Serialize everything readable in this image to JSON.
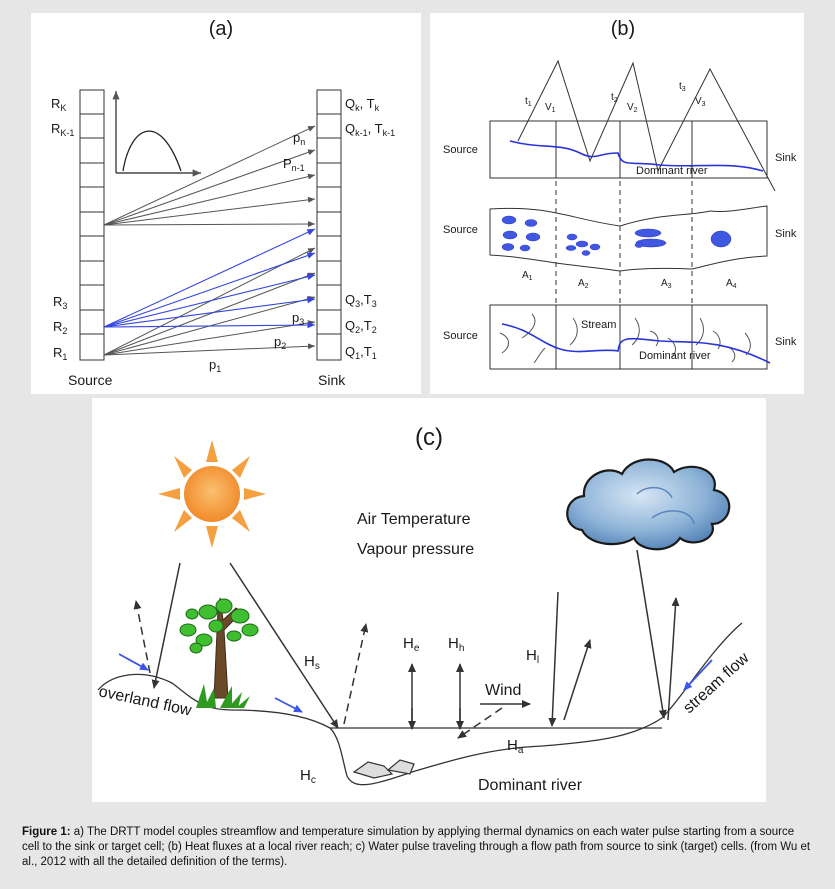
{
  "panel_a": {
    "label": "(a)",
    "source_labels": {
      "rk": "R",
      "rk_sub": "K",
      "rk1": "R",
      "rk1_sub": "K-1",
      "r3": "R",
      "r3_sub": "3",
      "r2": "R",
      "r2_sub": "2",
      "r1": "R",
      "r1_sub": "1"
    },
    "sink_labels": {
      "qk": "Q",
      "qk_sub": "k",
      "qk_t": ", T",
      "qk_tsub": "k",
      "qk1": "Q",
      "qk1_sub": "k-1",
      "qk1_t": ", T",
      "qk1_tsub": "k-1",
      "q3": "Q",
      "q3_sub": "3",
      "q3_t": ",T",
      "q3_tsub": "3",
      "q2": "Q",
      "q2_sub": "2",
      "q2_t": ",T",
      "q2_tsub": "2",
      "q1": "Q",
      "q1_sub": "1",
      "q1_t": ",T",
      "q1_tsub": "1"
    },
    "p_labels": {
      "pn": "p",
      "pn_sub": "n",
      "pn1": "P",
      "pn1_sub": "n-1",
      "p3": "p",
      "p3_sub": "3",
      "p2": "p",
      "p2_sub": "2",
      "p1": "p",
      "p1_sub": "1"
    },
    "source_caption": "Source",
    "sink_caption": "Sink"
  },
  "panel_b": {
    "label": "(b)",
    "source": "Source",
    "sink": "Sink",
    "dominant_river": "Dominant river",
    "stream": "Stream",
    "t_labels": [
      {
        "t": "t",
        "sub": "1"
      },
      {
        "t": "t",
        "sub": "2"
      },
      {
        "t": "t",
        "sub": "3"
      }
    ],
    "v_labels": [
      {
        "t": "V",
        "sub": "1"
      },
      {
        "t": "V",
        "sub": "2"
      },
      {
        "t": "V",
        "sub": "3"
      }
    ],
    "a_labels": [
      {
        "t": "A",
        "sub": "1"
      },
      {
        "t": "A",
        "sub": "2"
      },
      {
        "t": "A",
        "sub": "3"
      },
      {
        "t": "A",
        "sub": "4"
      }
    ]
  },
  "panel_c": {
    "label": "(c)",
    "air_temperature": "Air Temperature",
    "vapour_pressure": "Vapour pressure",
    "wind": "Wind",
    "overland_flow": "overland flow",
    "stream_flow": "stream flow",
    "dominant_river": "Dominant river",
    "hs": {
      "t": "H",
      "sub": "s"
    },
    "he": {
      "t": "H",
      "sub": "e"
    },
    "hh": {
      "t": "H",
      "sub": "h"
    },
    "hl": {
      "t": "H",
      "sub": "l"
    },
    "ha": {
      "t": "H",
      "sub": "a"
    },
    "hc": {
      "t": "H",
      "sub": "c"
    }
  },
  "caption": {
    "label": "Figure 1:",
    "text": " a) The DRTT model couples streamflow and temperature simulation by applying thermal dynamics on each water pulse starting from a source cell to the sink or target cell; (b) Heat fluxes at a local river reach; c) Water pulse traveling through a flow path from source to sink (target) cells. (from Wu et al., 2012 with all the detailed definition of the terms)."
  },
  "colors": {
    "river_blue": "#2a35d8",
    "flow_blue": "#4a5ce8",
    "sun_orange": "#f4a040",
    "tree_green": "#3fbf2f",
    "background": "#e6e6e6"
  }
}
